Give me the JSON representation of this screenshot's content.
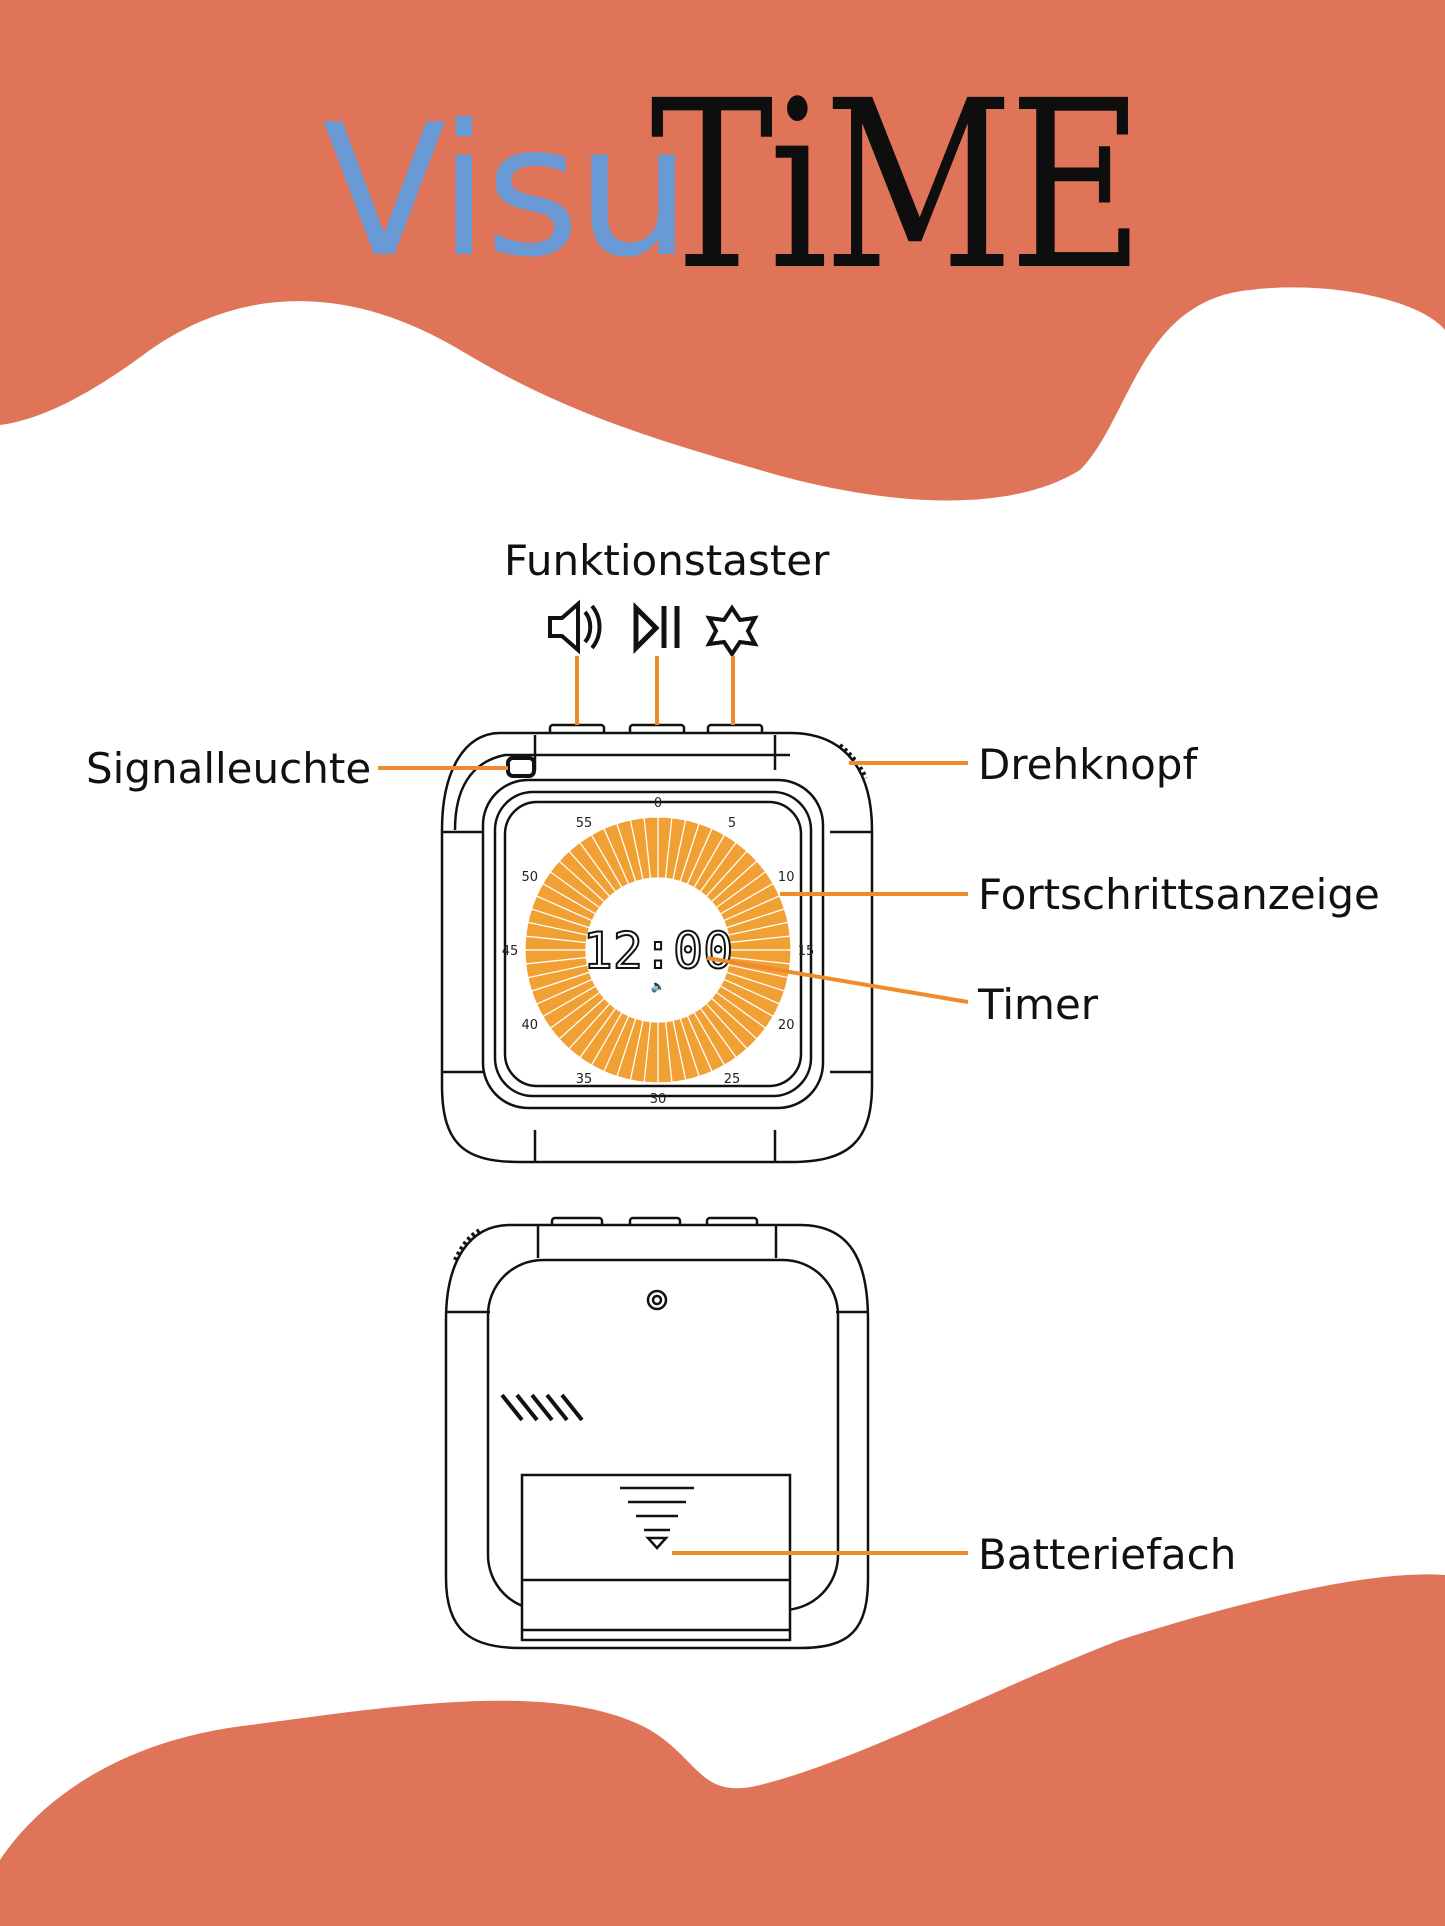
{
  "title": {
    "part1": "Visu",
    "part2": "TiME"
  },
  "colors": {
    "background_shape": "#df7458",
    "title_blue": "#6a9ad6",
    "progress_orange": "#f1a034",
    "leader_line": "#ee8c2b",
    "outline": "#111111"
  },
  "labels": {
    "buttons": "Funktionstaster",
    "signal_light": "Signalleuchte",
    "knob": "Drehknopf",
    "progress": "Fortschrittsanzeige",
    "timer": "Timer",
    "battery": "Batteriefach"
  },
  "icons": [
    "speaker-icon",
    "play-pause-icon",
    "star-icon"
  ],
  "dial": {
    "ticks": [
      "0",
      "5",
      "10",
      "15",
      "20",
      "25",
      "30",
      "35",
      "40",
      "45",
      "50",
      "55"
    ],
    "time": "12:00"
  }
}
